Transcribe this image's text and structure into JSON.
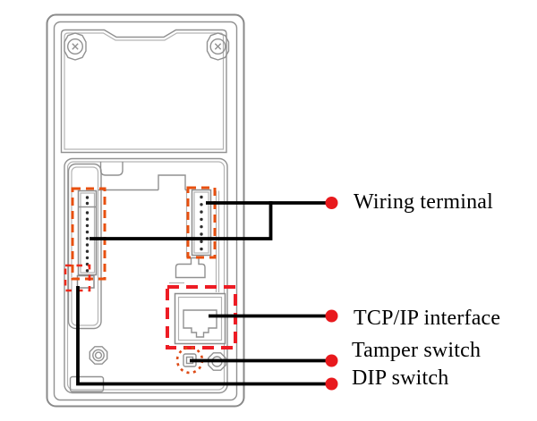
{
  "figure": {
    "kind": "device-rear-panel-annotation-diagram",
    "callouts": {
      "wiring_terminal": {
        "label": "Wiring terminal"
      },
      "tcp_ip": {
        "label": "TCP/IP interface"
      },
      "tamper": {
        "label": "Tamper switch"
      },
      "dip": {
        "label": "DIP switch"
      }
    },
    "colors": {
      "line_art_gray": "#8e8e8e",
      "highlight_orange": "#e8500f",
      "highlight_red": "#ed1c24",
      "tamper_circle_orange": "#dd4b17",
      "callout_line_black": "#000000",
      "callout_dot_red": "#e8191d",
      "background": "#ffffff"
    }
  }
}
